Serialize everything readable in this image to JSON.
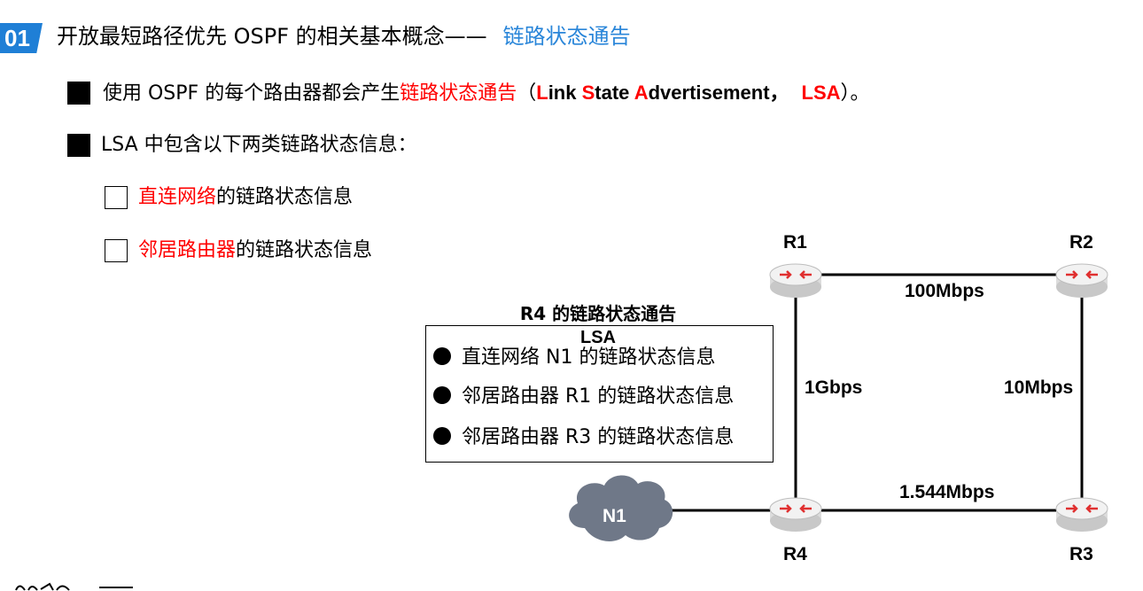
{
  "header": {
    "badge": "01",
    "title": "开放最短路径优先 OSPF 的相关基本概念——",
    "title_accent": "链路状态通告"
  },
  "points": [
    {
      "pre": "使用 OSPF 的每个路由器都会产生",
      "red": "链路状态通告",
      "paren_open": "（",
      "acr1_red": "L",
      "acr1_rest": "ink ",
      "acr2_red": "S",
      "acr2_rest": "tate ",
      "acr3_red": "A",
      "acr3_rest": "dvertisement，",
      "lsa_red": "LSA",
      "tail": "）。"
    },
    {
      "text": "LSA 中包含以下两类链路状态信息："
    }
  ],
  "subpoints": [
    {
      "red": "直连网络",
      "rest": "的链路状态信息"
    },
    {
      "red": "邻居路由器",
      "rest": "的链路状态信息"
    }
  ],
  "lsa_panel": {
    "title": "R4 的链路状态通告",
    "subtitle": "LSA",
    "items": [
      "直连网络 N1 的链路状态信息",
      "邻居路由器 R1 的链路状态信息",
      "邻居路由器 R3 的链路状态信息"
    ]
  },
  "network": {
    "routers": {
      "r1": "R1",
      "r2": "R2",
      "r3": "R3",
      "r4": "R4"
    },
    "network_name": "N1",
    "links": {
      "r1_r2": "100Mbps",
      "r1_r4": "1Gbps",
      "r2_r3": "10Mbps",
      "r4_r3": "1.544Mbps"
    }
  },
  "colors": {
    "badge": "#1f7fd6",
    "accent": "#2a86d9",
    "highlight": "#ff0000",
    "router_body": "#eeeeee",
    "router_arrows": "#e03030",
    "cloud": "#6f7888"
  }
}
